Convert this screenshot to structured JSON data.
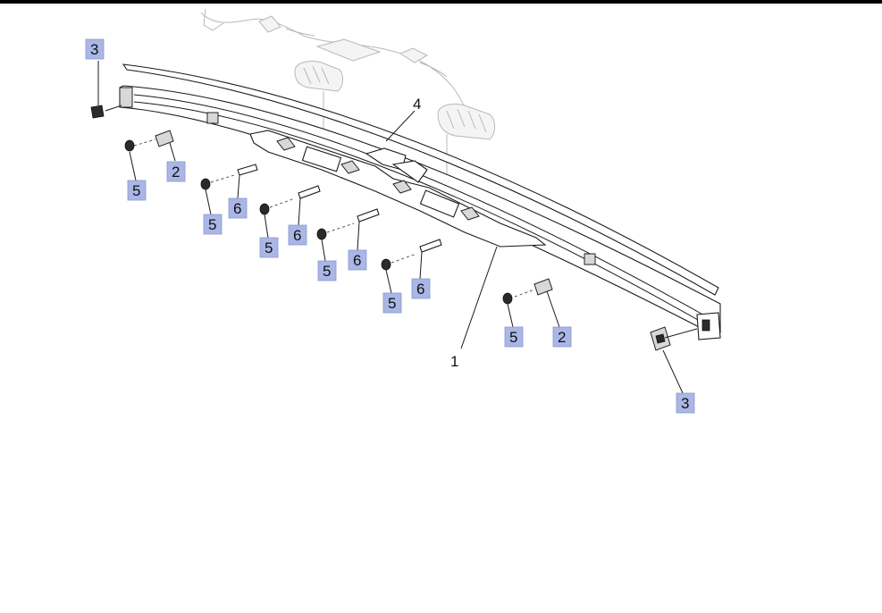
{
  "callouts": {
    "c3_top": "3",
    "c2_left": "2",
    "c5_a": "5",
    "c5_b": "5",
    "c6_a": "6",
    "c5_c": "5",
    "c6_b": "6",
    "c5_d": "5",
    "c6_c": "6",
    "c5_e": "5",
    "c6_d": "6",
    "c5_f": "5",
    "c2_right": "2",
    "c3_bottom": "3"
  },
  "labels": {
    "part4": "4",
    "part1": "1"
  },
  "colors": {
    "callout_fill": "#aab6e6",
    "line": "#1a1a1a",
    "ghost": "#b8b8b8"
  }
}
